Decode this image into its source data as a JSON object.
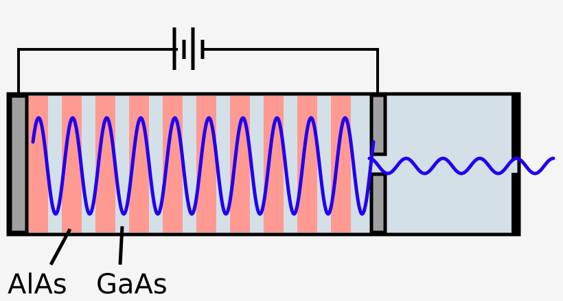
{
  "labels": {
    "alas": "AlAs",
    "gaas": "GaAs"
  },
  "colors": {
    "background": "#f5f5f5",
    "alas_layer": "#ff9a92",
    "gaas_layer": "#d4e0e8",
    "cavity": "#d4e0e8",
    "mirror": "#a0a0a0",
    "wave": "#2200ee",
    "wire": "#000000"
  },
  "structure": {
    "layer_pairs": 10,
    "standing_wave_periods": 10,
    "emitted_wave_periods": 5
  }
}
